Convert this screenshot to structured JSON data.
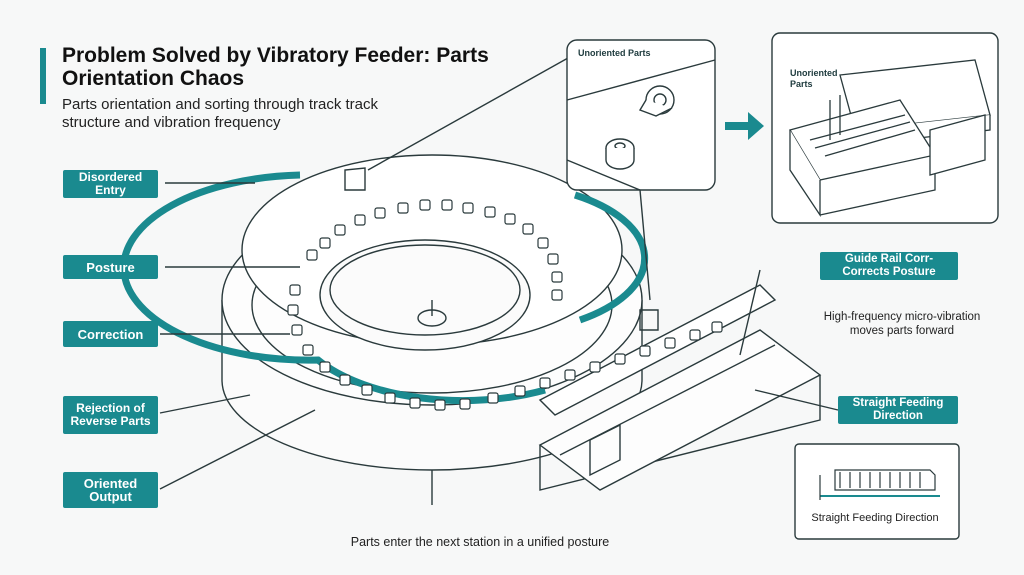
{
  "header": {
    "title": "Problem Solved by Vibratory Feeder: Parts Orientation Chaos",
    "subtitle": "Parts orientation and sorting through track track structure and vibration frequency"
  },
  "callouts": {
    "disordered_entry": "Disordered Entry",
    "posture": "Posture",
    "correction": "Correction",
    "rejection": "Rejection of Reverse Parts",
    "oriented_output": "Oriented Output",
    "guide_rail": "Guide Rail Corr-Corrects Posture",
    "straight_feeding": "Straight Feeding Direction"
  },
  "insets": {
    "unoriented_parts_1": "Unoriented Parts",
    "unoriented_parts_2": "Unoriented Parts",
    "straight_feeding_caption": "Straight Feeding Direction"
  },
  "notes": {
    "vibration": "High-frequency micro-vibration moves parts forward",
    "bottom": "Parts enter the next station in a unified posture"
  },
  "colors": {
    "accent": "#1a8a8f",
    "line": "#2a3a3c",
    "background": "#f7f8f8"
  }
}
